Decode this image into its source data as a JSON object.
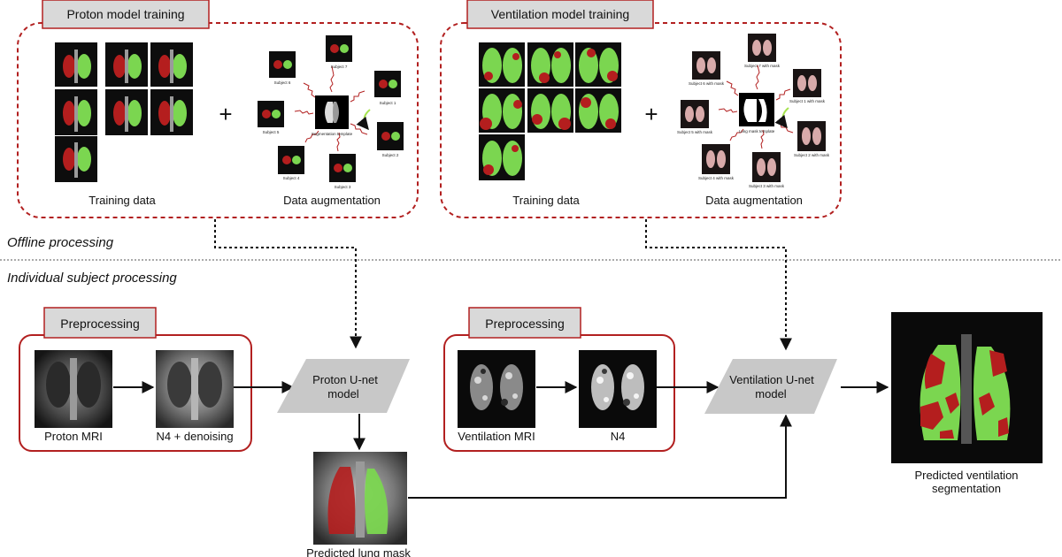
{
  "sections": {
    "offline": "Offline processing",
    "individual": "Individual subject processing"
  },
  "proton_training": {
    "title": "Proton model training",
    "training_data": "Training data",
    "data_augmentation": "Data augmentation",
    "template_label": "Segmentation template",
    "subjects": [
      "Subject 1",
      "Subject 2",
      "Subject 3",
      "Subject 4",
      "Subject 5",
      "Subject 6",
      "Subject 7"
    ]
  },
  "ventilation_training": {
    "title": "Ventilation model training",
    "training_data": "Training data",
    "data_augmentation": "Data augmentation",
    "template_label": "Lung mask template",
    "subjects": [
      "Subject 1 with mask",
      "Subject 2 with mask",
      "Subject 3 with mask",
      "Subject 4 with mask",
      "Subject 5 with mask",
      "Subject 6 with mask",
      "Subject 7 with mask"
    ]
  },
  "plus_sign": "+",
  "preprocessing_label": "Preprocessing",
  "proton_pipeline": {
    "input": "Proton MRI",
    "preprocessed": "N4 + denoising",
    "model_line1": "Proton U-net",
    "model_line2": "model",
    "output": "Predicted lung mask"
  },
  "ventilation_pipeline": {
    "input": "Ventilation MRI",
    "preprocessed": "N4",
    "model_line1": "Ventilation U-net",
    "model_line2": "model",
    "output_line1": "Predicted ventilation",
    "output_line2": "segmentation"
  },
  "colors": {
    "dashed_border": "#b22020",
    "solid_border": "#b22020",
    "tab_fill": "#d9d9d9",
    "model_fill": "#c8c8c8",
    "ventilated": "#7bd650",
    "defect": "#b41e1e",
    "mri_dark": "#0a0a0a"
  }
}
